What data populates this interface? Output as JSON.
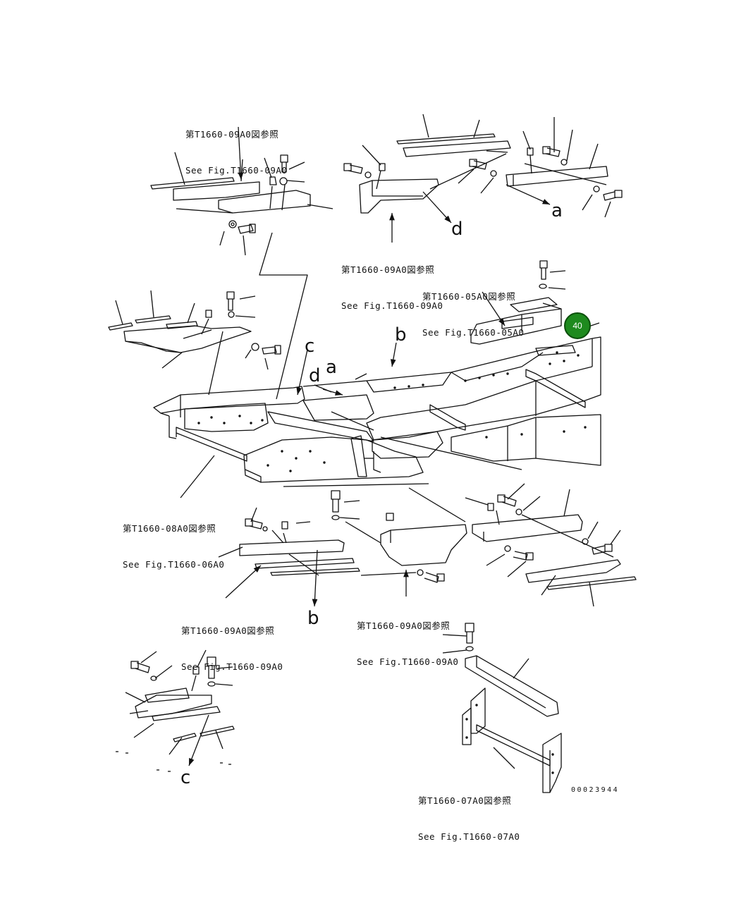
{
  "references": [
    {
      "id": "ref-09a0-top-left",
      "jp": "第T1660-09A0図参照",
      "en": "See Fig.T1660-09A0"
    },
    {
      "id": "ref-09a0-top-center",
      "jp": "第T1660-09A0図参照",
      "en": "See Fig.T1660-09A0"
    },
    {
      "id": "ref-05a0",
      "jp": "第T1660-05A0図参照",
      "en": "See Fig.T1660-05A0"
    },
    {
      "id": "ref-08a0",
      "jp": "第T1660-08A0図参照",
      "en": "See Fig.T1660-06A0"
    },
    {
      "id": "ref-09a0-bottom-left",
      "jp": "第T1660-09A0図参照",
      "en": "See Fig.T1660-09A0"
    },
    {
      "id": "ref-09a0-bottom-center",
      "jp": "第T1660-09A0図参照",
      "en": "See Fig.T1660-09A0"
    },
    {
      "id": "ref-07a0",
      "jp": "第T1660-07A0図参照",
      "en": "See Fig.T1660-07A0"
    }
  ],
  "letters": {
    "a_top": "a",
    "d_top": "d",
    "c_main": "c",
    "b_main": "b",
    "d_main": "d",
    "a_main": "a",
    "b_bottom": "b",
    "c_bottom": "c"
  },
  "callout": {
    "label": "40",
    "color": "#1e8a1e"
  },
  "doc_number": "00023944"
}
